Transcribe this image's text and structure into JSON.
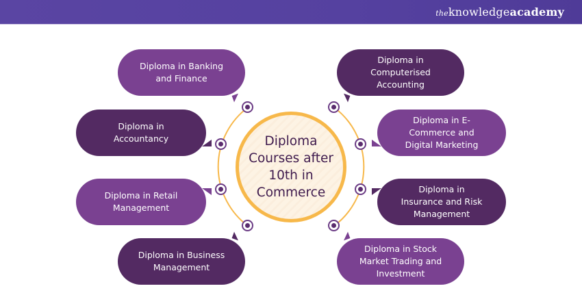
{
  "header": {
    "brand_prefix": "the",
    "brand_word1": "knowledge",
    "brand_word2": "academy"
  },
  "colors": {
    "header_bg": "#5541a0",
    "bubble_light": "#7a4191",
    "bubble_dark": "#532a62",
    "accent_orange": "#f7b84a",
    "center_fill": "#fdf3e4",
    "center_text": "#3e1a4d"
  },
  "center": {
    "title": "Diploma Courses after 10th in Commerce"
  },
  "courses_left": [
    {
      "label": "Diploma in Banking and Finance",
      "shade": "light"
    },
    {
      "label": "Diploma in Accountancy",
      "shade": "dark"
    },
    {
      "label": "Diploma in Retail Management",
      "shade": "light"
    },
    {
      "label": "Diploma in Business Management",
      "shade": "dark"
    }
  ],
  "courses_right": [
    {
      "label": "Diploma in Computerised Accounting",
      "shade": "dark"
    },
    {
      "label": "Diploma in E-Commerce and Digital Marketing",
      "shade": "light"
    },
    {
      "label": "Diploma in Insurance and Risk Management",
      "shade": "dark"
    },
    {
      "label": "Diploma in Stock Market Trading and Investment",
      "shade": "light"
    }
  ]
}
